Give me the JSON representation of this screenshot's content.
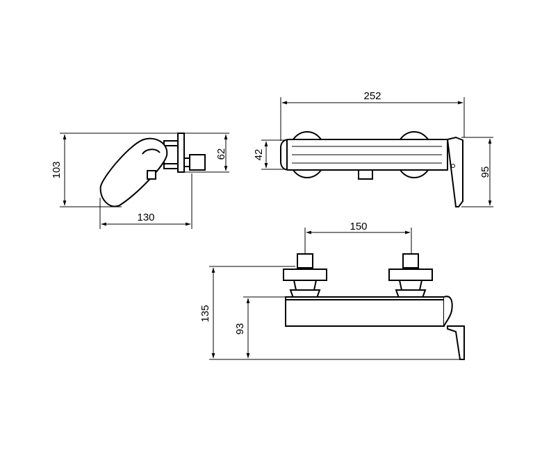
{
  "dimensions": {
    "side_height": "103",
    "side_width": "130",
    "side_plate_height": "62",
    "top_length": "252",
    "top_body_height": "42",
    "top_bracket_height": "95",
    "front_center_distance": "150",
    "front_total_height": "135",
    "front_body_height": "93"
  },
  "colors": {
    "line": "#000000",
    "background": "#ffffff"
  }
}
